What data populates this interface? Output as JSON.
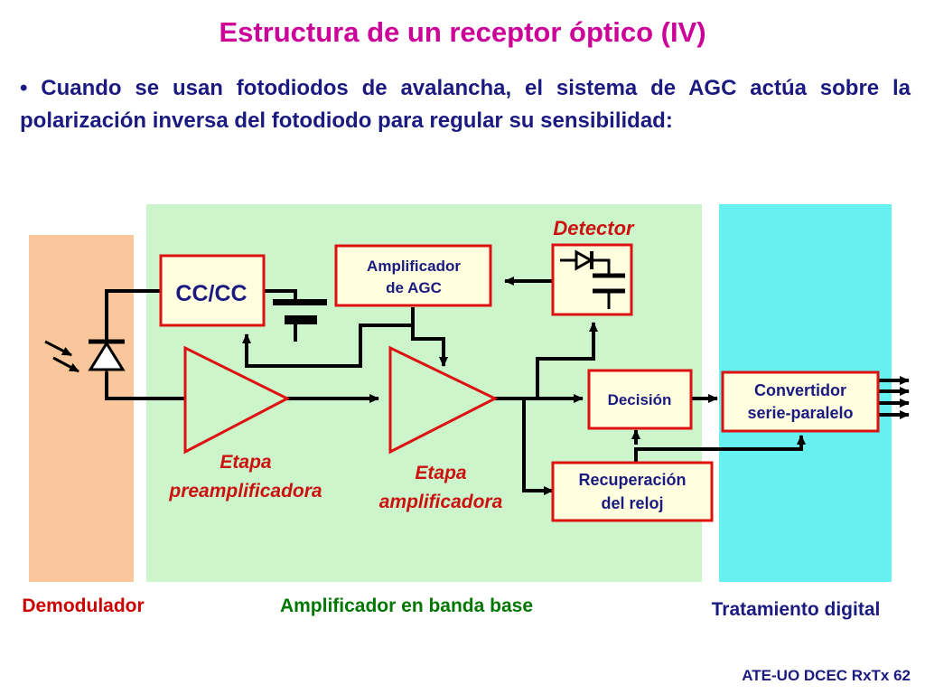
{
  "slide": {
    "title": "Estructura de un receptor óptico (IV)",
    "bullet": "• Cuando se usan fotodiodos de avalancha, el sistema de AGC actúa sobre la polarización inversa del fotodiodo para regular su sensibilidad:",
    "footer": "ATE-UO DCEC RxTx 62"
  },
  "diagram": {
    "detector_label": "Detector",
    "cccc": "CC/CC",
    "agc_line1": "Amplificador",
    "agc_line2": "de AGC",
    "decision": "Decisión",
    "conv_line1": "Convertidor",
    "conv_line2": "serie-paralelo",
    "rec_line1": "Recuperación",
    "rec_line2": "del reloj",
    "pre_line1": "Etapa",
    "pre_line2": "preamplificadora",
    "amp_line1": "Etapa",
    "amp_line2": "amplificadora",
    "demod": "Demodulador",
    "baseband": "Amplificador en banda base",
    "digital": "Tratamiento digital"
  },
  "colors": {
    "title": "#cc0099",
    "text": "#1a1a80",
    "box_border": "#dd1111",
    "italic_label": "#cc1111",
    "demod_bg": "#f9c79b",
    "baseband_bg": "#ccf5cc",
    "digital_bg": "#66f0f0",
    "demod_label": "#cc0000",
    "baseband_label": "#007700",
    "digital_label": "#1a1a80"
  }
}
